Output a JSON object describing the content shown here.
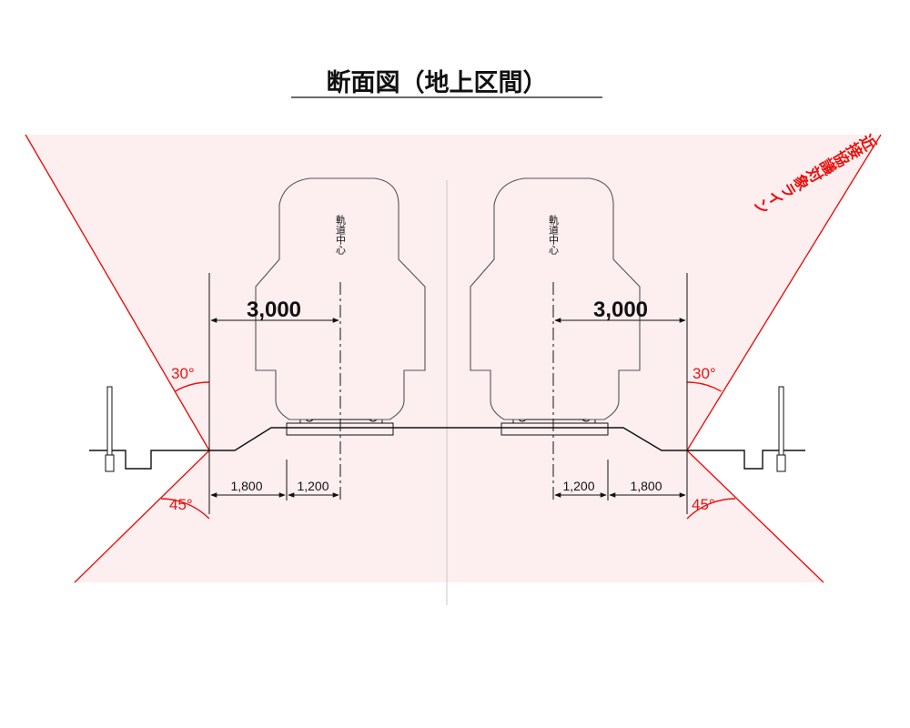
{
  "title": "断面図（地上区間）",
  "zone_label": "近接協議対象ライン",
  "track_center_label": "軌道中心",
  "angles": {
    "upper": "30°",
    "lower": "45°"
  },
  "dimensions": {
    "offset_total": "3,000",
    "outer_segment": "1,800",
    "inner_segment": "1,200"
  },
  "colors": {
    "zone_fill": "#fdeef0",
    "zone_line": "#e8140f",
    "structure_line": "#111111",
    "gauge_line": "#555555"
  }
}
